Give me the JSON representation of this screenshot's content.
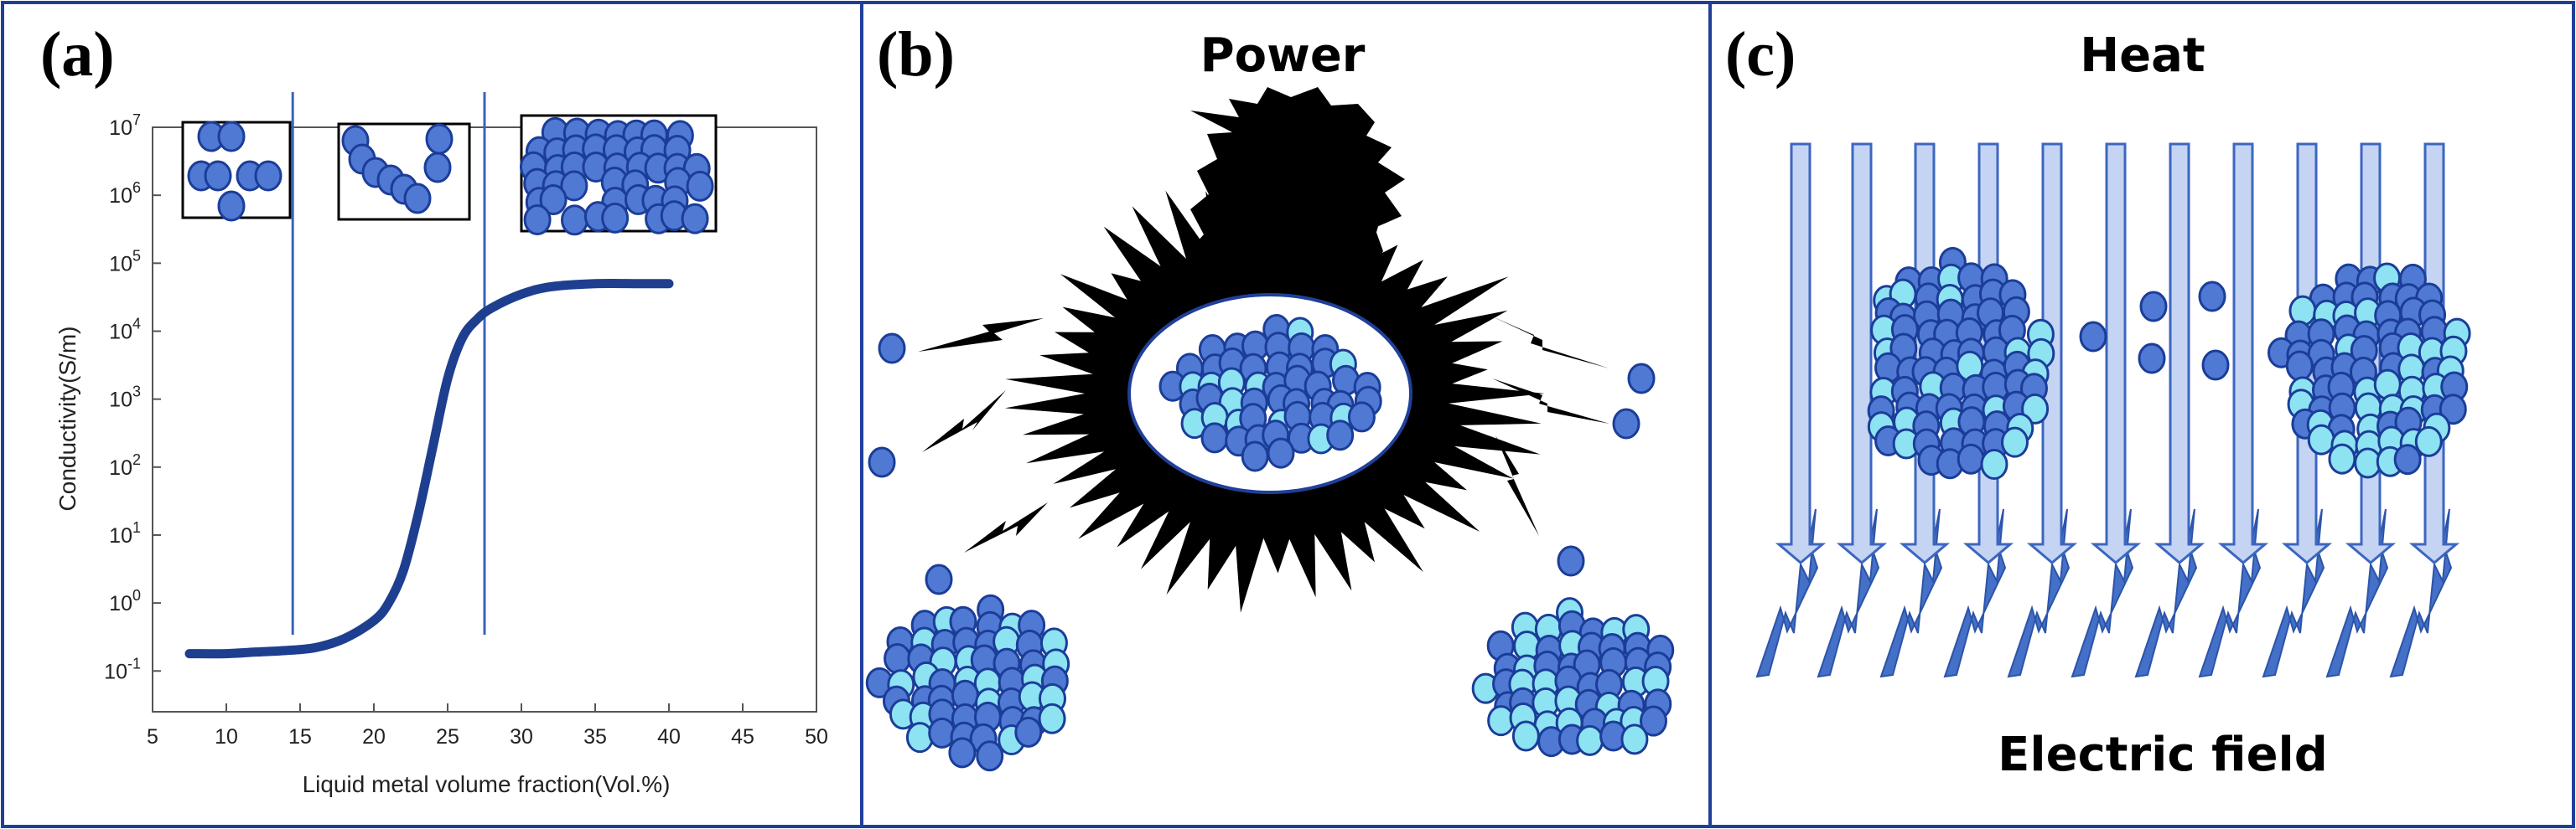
{
  "figure": {
    "colors": {
      "border": "#1f3f99",
      "droplet": "#4f79d2",
      "droplet_light": "#8ee3f2",
      "droplet_stroke": "#1b3d99",
      "curve": "#1e3f8f",
      "arrow": "#c4d4f2",
      "bolt_field": "#4470c8",
      "burst": "#000000"
    }
  },
  "panel_a": {
    "label": "(a)",
    "chart_data": {
      "type": "line",
      "title": "",
      "xlabel": "Liquid metal volume fraction(Vol.%)",
      "ylabel": "Conductivity(S/m)",
      "xlim": [
        5,
        50
      ],
      "ylim_log10": [
        -1.6,
        7
      ],
      "y_scale": "log",
      "x_ticks": [
        "5",
        "10",
        "15",
        "20",
        "25",
        "30",
        "35",
        "40",
        "45",
        "50"
      ],
      "y_ticks": [
        {
          "base": "10",
          "exp": "-1"
        },
        {
          "base": "10",
          "exp": "0"
        },
        {
          "base": "10",
          "exp": "1"
        },
        {
          "base": "10",
          "exp": "2"
        },
        {
          "base": "10",
          "exp": "3"
        },
        {
          "base": "10",
          "exp": "4"
        },
        {
          "base": "10",
          "exp": "5"
        },
        {
          "base": "10",
          "exp": "6"
        },
        {
          "base": "10",
          "exp": "7"
        }
      ],
      "series": [
        {
          "x": [
            7.5,
            10,
            12,
            14,
            16,
            18,
            20,
            21,
            22,
            23,
            24,
            25,
            26,
            27,
            28,
            30,
            32,
            35,
            38,
            40
          ],
          "y": [
            0.18,
            0.18,
            0.19,
            0.2,
            0.22,
            0.3,
            0.55,
            1.0,
            3.0,
            20,
            200,
            2000,
            8000,
            15000,
            22000,
            35000,
            45000,
            50000,
            50000,
            50000
          ]
        }
      ],
      "vertical_lines_x": [
        14.5,
        27.5
      ]
    }
  },
  "panel_b": {
    "label": "(b)",
    "title": "Power"
  },
  "panel_c": {
    "label": "(c)",
    "title": "Heat",
    "caption": "Electric field"
  }
}
